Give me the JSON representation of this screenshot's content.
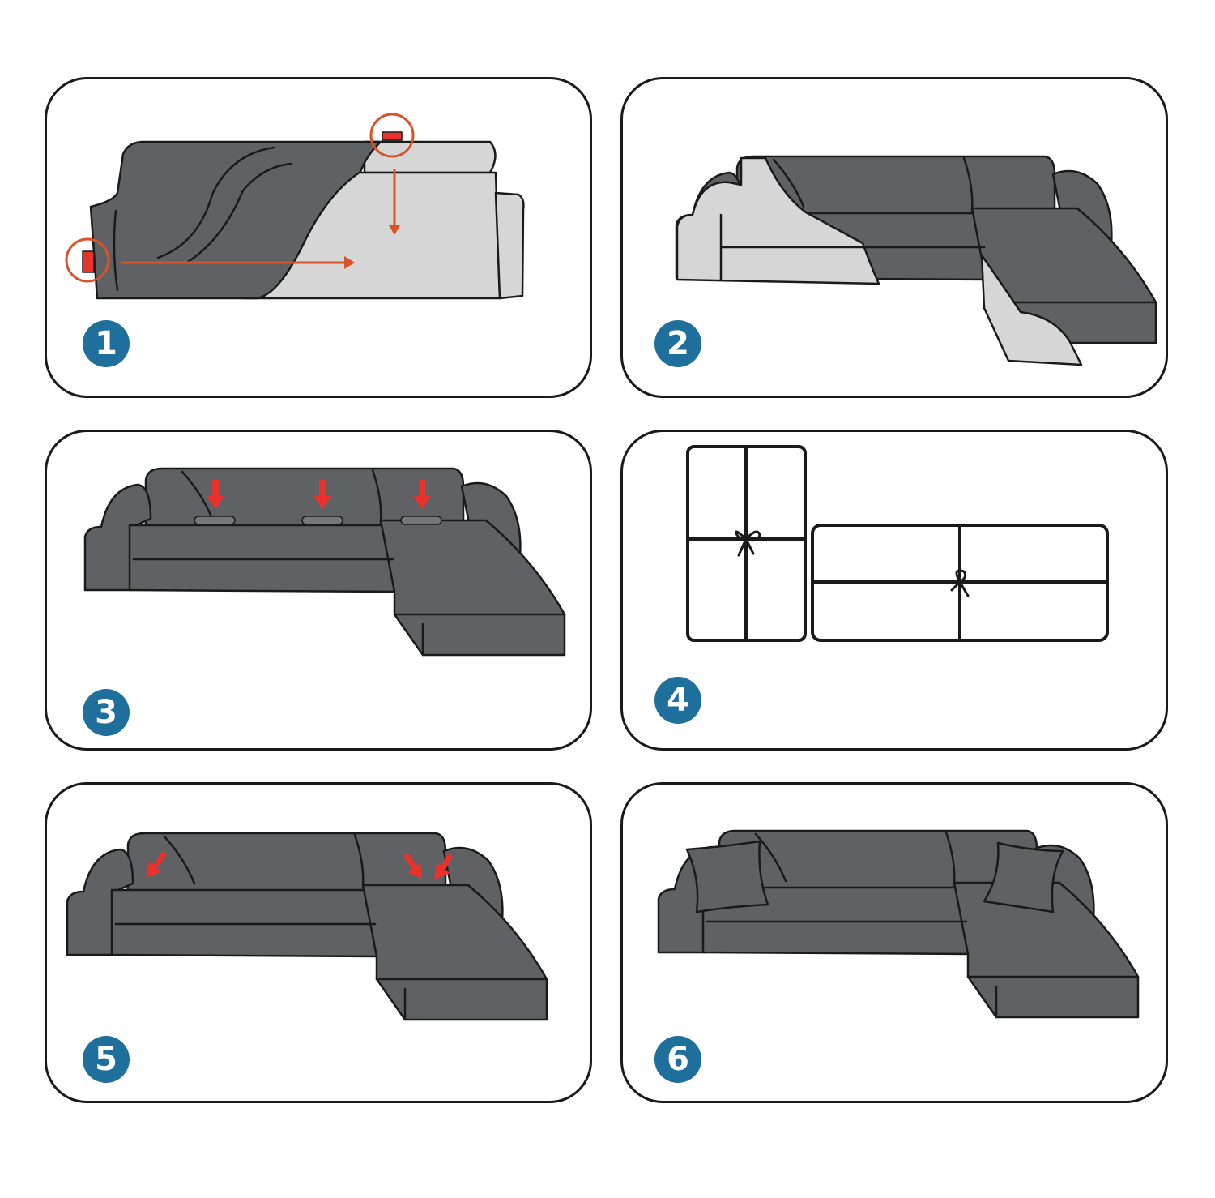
{
  "steps": [
    {
      "number": "1"
    },
    {
      "number": "2"
    },
    {
      "number": "3"
    },
    {
      "number": "4"
    },
    {
      "number": "5"
    },
    {
      "number": "6"
    }
  ],
  "colors": {
    "badge": "#1f6f9c",
    "cover": "#606165",
    "sofa": "#d6d6d6",
    "arrow_orange": "#d9532a",
    "arrow_red": "#e8322b",
    "outline": "#1a1a1a"
  }
}
